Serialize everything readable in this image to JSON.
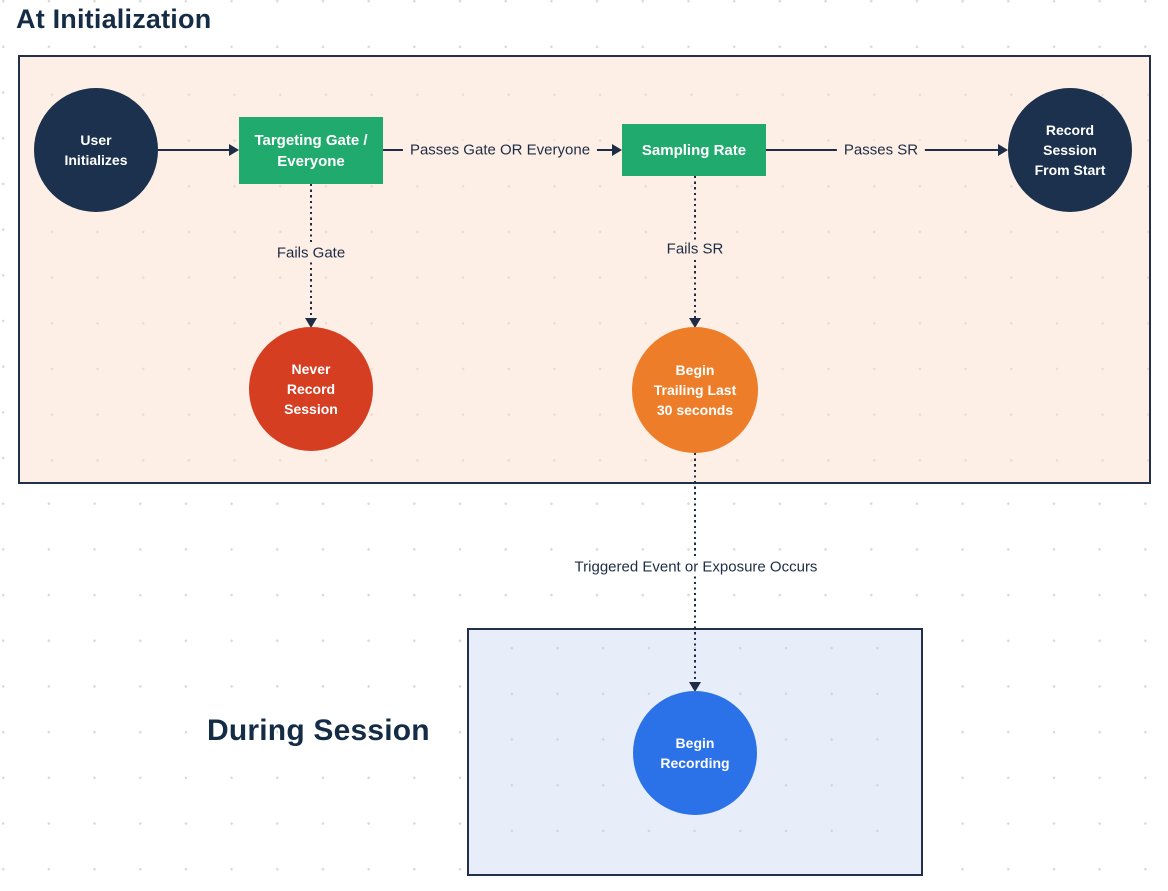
{
  "sections": {
    "initialization": {
      "title": "At Initialization",
      "background": "#fdeee6",
      "border": "#22304a"
    },
    "during_session": {
      "title": "During Session",
      "background": "#e7eefa",
      "border": "#22304a"
    }
  },
  "nodes": {
    "user_initializes": {
      "label": "User\nInitializes",
      "shape": "circle",
      "color": "#1b314d"
    },
    "targeting_gate": {
      "label": "Targeting Gate /\nEveryone",
      "shape": "rect",
      "color": "#21aa6e"
    },
    "sampling_rate": {
      "label": "Sampling Rate",
      "shape": "rect",
      "color": "#21aa6e"
    },
    "record_session_from_start": {
      "label": "Record\nSession\nFrom Start",
      "shape": "circle",
      "color": "#1b314d"
    },
    "never_record_session": {
      "label": "Never\nRecord\nSession",
      "shape": "circle",
      "color": "#d63e22"
    },
    "begin_trailing": {
      "label": "Begin\nTrailing Last\n30 seconds",
      "shape": "circle",
      "color": "#ee7d29"
    },
    "begin_recording": {
      "label": "Begin\nRecording",
      "shape": "circle",
      "color": "#2b72e9"
    }
  },
  "edges": {
    "init_to_gate": {
      "label": "",
      "style": "solid"
    },
    "gate_to_sampling": {
      "label": "Passes Gate OR Everyone",
      "style": "solid"
    },
    "sampling_to_record": {
      "label": "Passes SR",
      "style": "solid"
    },
    "gate_fails": {
      "label": "Fails Gate",
      "style": "dotted"
    },
    "sampling_fails": {
      "label": "Fails SR",
      "style": "dotted"
    },
    "trailing_to_recording": {
      "label": "Triggered Event or Exposure Occurs",
      "style": "dotted"
    }
  },
  "palette": {
    "line_color": "#1e2d45",
    "title_color": "#152c46",
    "node_text_color": "#ffffff",
    "grid_dot_color": "#d9d9d9"
  }
}
